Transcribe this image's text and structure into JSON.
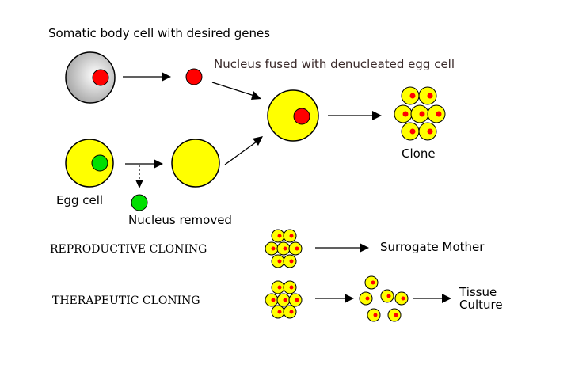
{
  "labels": {
    "somatic": "Somatic body cell with desired genes",
    "fused": "Nucleus fused with denucleated egg cell",
    "egg": "Egg cell",
    "removed": "Nucleus removed",
    "clone": "Clone",
    "reproductive": "REPRODUCTIVE CLONING",
    "surrogate": "Surrogate Mother",
    "therapeutic": "THERAPEUTIC CLONING",
    "tissue_line1": "Tissue",
    "tissue_line2": "Culture"
  },
  "colors": {
    "egg_yellow": "#ffff00",
    "nucleus_red": "#ff0000",
    "nucleus_green": "#00e000",
    "somatic_grey": "#a8a8a8",
    "outline": "#000000"
  }
}
